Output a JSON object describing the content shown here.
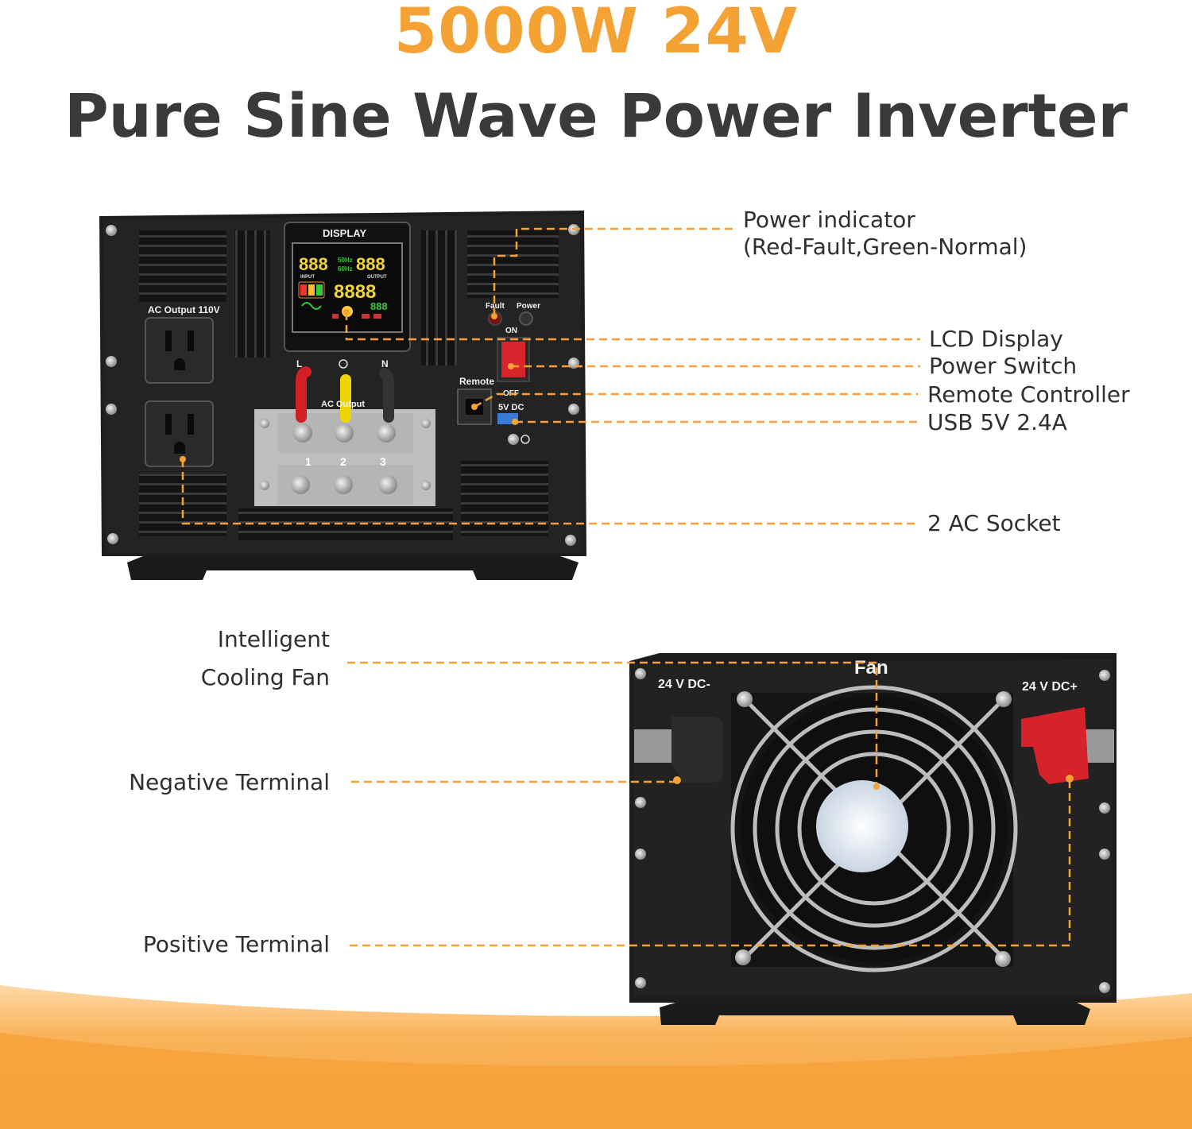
{
  "title": {
    "line1": "5000W 24V",
    "line2": "Pure Sine Wave Power Inverter"
  },
  "colors": {
    "accent": "#f5a234",
    "text": "#3a3a3a",
    "device": "#1c1c1c"
  },
  "front_panel": {
    "display_label": "DISPLAY",
    "ac_output_label": "AC Output 110V",
    "terminal_labels": [
      "L",
      "N"
    ],
    "ac_output_terminal_label": "AC Output",
    "fault_label": "Fault",
    "power_label": "Power",
    "on_label": "ON",
    "off_label": "OFF",
    "remote_label": "Remote",
    "usb_label": "5V DC",
    "terminal_numbers": [
      "1",
      "2",
      "3"
    ],
    "lcd": {
      "input": "888",
      "freq_top": "50Hz",
      "freq_bottom": "60Hz",
      "output": "888",
      "watts": "8888",
      "temp": "888",
      "input_label": "INPUT",
      "output_label": "OUTPUT"
    }
  },
  "rear_panel": {
    "fan_label": "Fan",
    "neg_label": "24 V DC-",
    "pos_label": "24 V DC+"
  },
  "callouts": {
    "power_indicator": "Power indicator",
    "power_indicator_sub": "(Red-Fault,Green-Normal)",
    "lcd_display": "LCD Display",
    "power_switch": "Power Switch",
    "remote_controller": "Remote Controller",
    "usb": "USB 5V 2.4A",
    "ac_socket": "2 AC Socket",
    "cooling_fan_1": "Intelligent",
    "cooling_fan_2": "Cooling Fan",
    "negative_terminal": "Negative Terminal",
    "positive_terminal": "Positive Terminal"
  }
}
